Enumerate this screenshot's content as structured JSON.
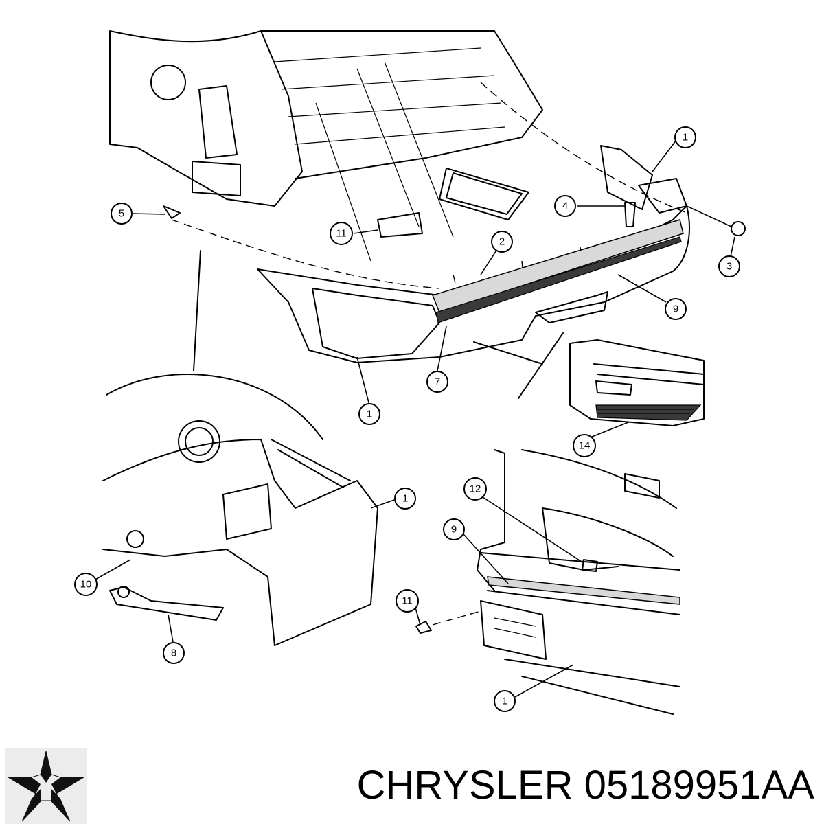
{
  "title": "CHRYSLER 05189951AA",
  "brand": {
    "logo_icon": "pentastar-icon",
    "logo_color": "#000000"
  },
  "callouts": [
    {
      "id": "c1a",
      "label": "1"
    },
    {
      "id": "c2",
      "label": "2"
    },
    {
      "id": "c3",
      "label": "3"
    },
    {
      "id": "c4",
      "label": "4"
    },
    {
      "id": "c5",
      "label": "5"
    },
    {
      "id": "c7",
      "label": "7"
    },
    {
      "id": "c9a",
      "label": "9"
    },
    {
      "id": "c11a",
      "label": "11"
    },
    {
      "id": "c1b",
      "label": "1"
    },
    {
      "id": "c14",
      "label": "14"
    },
    {
      "id": "c1c",
      "label": "1"
    },
    {
      "id": "c10",
      "label": "10"
    },
    {
      "id": "c8",
      "label": "8"
    },
    {
      "id": "c12",
      "label": "12"
    },
    {
      "id": "c9b",
      "label": "9"
    },
    {
      "id": "c11b",
      "label": "11"
    },
    {
      "id": "c1d",
      "label": "1"
    }
  ]
}
